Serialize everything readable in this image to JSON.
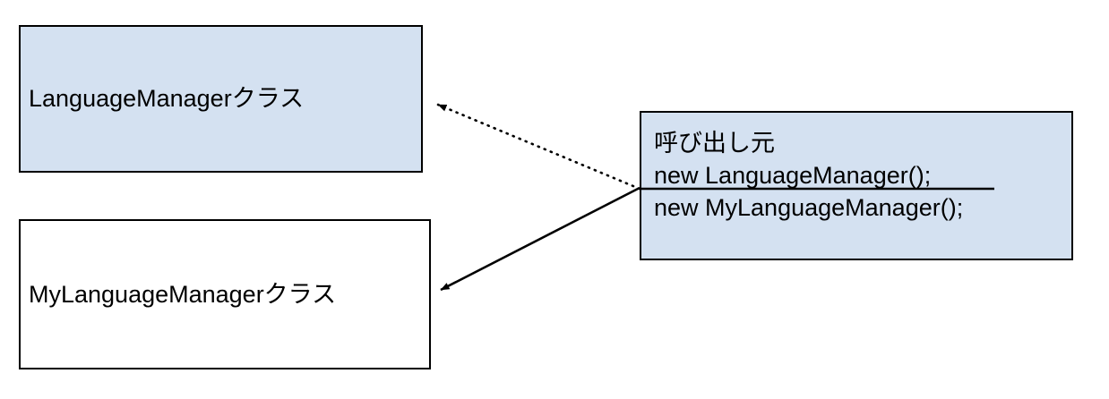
{
  "diagram": {
    "title": "LanguageManager class substitution diagram",
    "background_color": "#ffffff",
    "fill_blue": "#d4e1f1",
    "fill_white": "#ffffff",
    "stroke_color": "#000000",
    "nodes": [
      {
        "id": "language-manager",
        "label": "LanguageManagerクラス",
        "fill": "#d4e1f1"
      },
      {
        "id": "my-language-manager",
        "label": "MyLanguageManagerクラス",
        "fill": "#ffffff"
      },
      {
        "id": "caller",
        "fill": "#d4e1f1",
        "lines": [
          {
            "text": "呼び出し元",
            "strikethrough": false
          },
          {
            "text": "new LanguageManager();",
            "strikethrough": true
          },
          {
            "text": "new MyLanguageManager();",
            "strikethrough": false
          }
        ]
      }
    ],
    "edges": [
      {
        "id": "caller-to-language-manager",
        "style": "dotted",
        "arrowhead": "filled-triangle",
        "from": "caller",
        "to": "language-manager"
      },
      {
        "id": "caller-to-my-language-manager",
        "style": "solid",
        "arrowhead": "filled-triangle",
        "from": "caller",
        "to": "my-language-manager"
      }
    ]
  }
}
